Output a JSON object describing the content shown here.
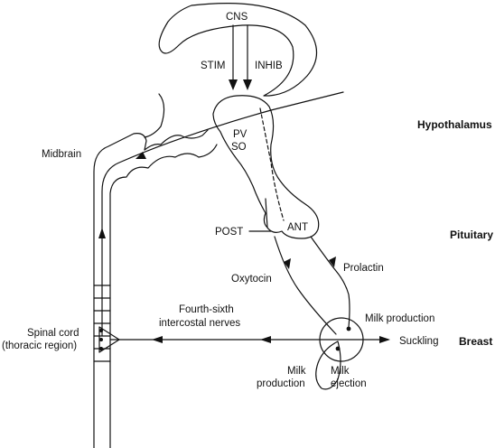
{
  "labels": {
    "cns": "CNS",
    "stim": "STIM",
    "inhib": "INHIB",
    "midbrain": "Midbrain",
    "pv": "PV",
    "so": "SO",
    "post": "POST",
    "ant": "ANT",
    "oxytocin": "Oxytocin",
    "prolactin": "Prolactin",
    "milk_production_upper": "Milk production",
    "fourth_sixth_line1": "Fourth-sixth",
    "fourth_sixth_line2": "intercostal nerves",
    "spinal_cord_line1": "Spinal cord",
    "spinal_cord_line2": "(thoracic region)",
    "suckling": "Suckling",
    "milk_production_lower_line1": "Milk",
    "milk_production_lower_line2": "production",
    "milk_ejection_line1": "Milk",
    "milk_ejection_line2": "ejection"
  },
  "headers": {
    "hypothalamus": "Hypothalamus",
    "pituitary": "Pituitary",
    "breast": "Breast"
  }
}
